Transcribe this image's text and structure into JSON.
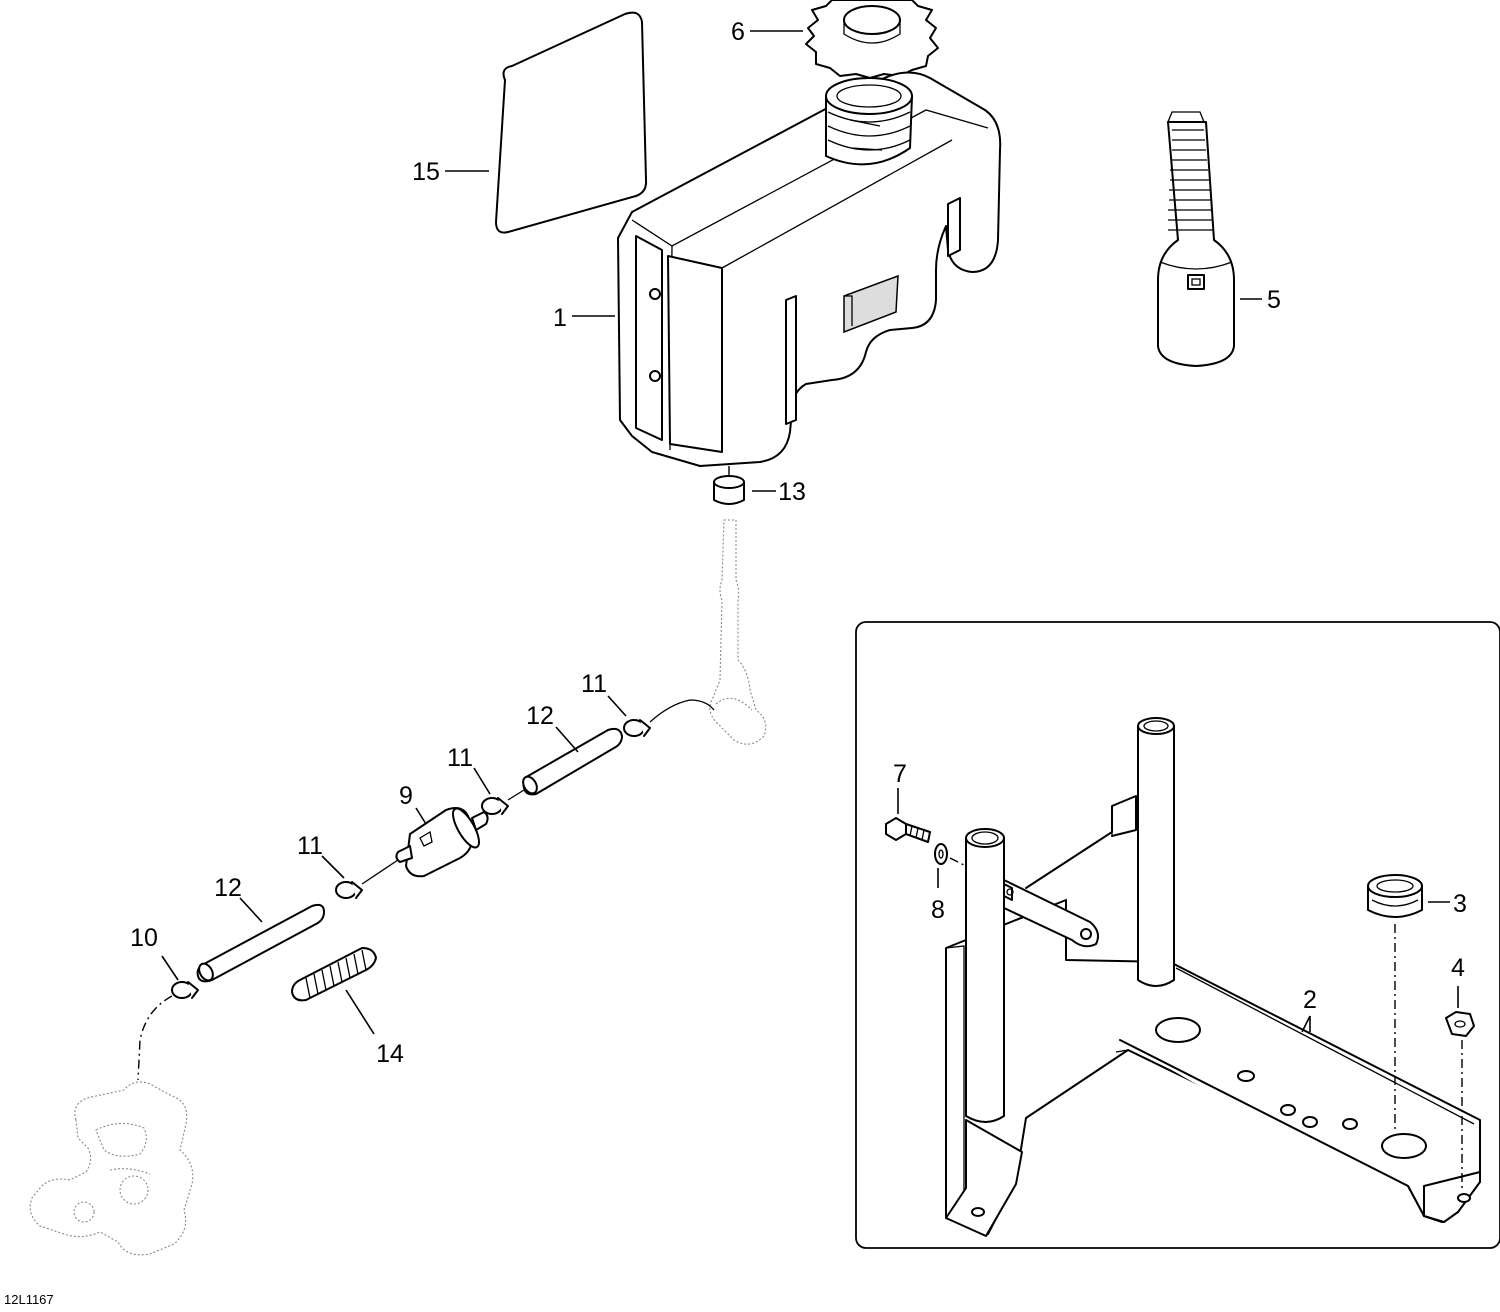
{
  "diagram_code": "12L1167",
  "callouts": {
    "c1": "1",
    "c2": "2",
    "c3": "3",
    "c4": "4",
    "c5": "5",
    "c6": "6",
    "c7": "7",
    "c8": "8",
    "c9": "9",
    "c10": "10",
    "c11a": "11",
    "c11b": "11",
    "c11c": "11",
    "c12a": "12",
    "c12b": "12",
    "c13": "13",
    "c14": "14",
    "c15": "15"
  }
}
